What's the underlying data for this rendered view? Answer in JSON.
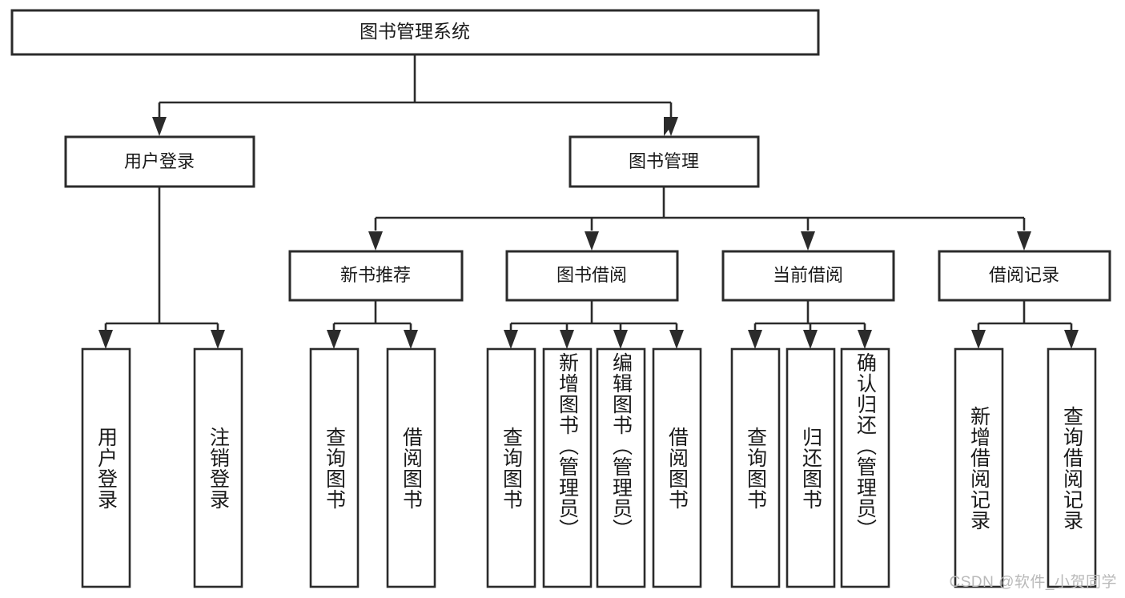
{
  "diagram": {
    "type": "tree",
    "title": "图书管理系统",
    "root": {
      "id": "root",
      "label": "图书管理系统",
      "orientation": "horizontal"
    },
    "level2": [
      {
        "id": "user-login",
        "label": "用户登录",
        "orientation": "horizontal"
      },
      {
        "id": "book-management",
        "label": "图书管理",
        "orientation": "horizontal"
      }
    ],
    "level3": [
      {
        "id": "new-book-recommend",
        "label": "新书推荐",
        "parent": "book-management",
        "orientation": "horizontal"
      },
      {
        "id": "book-borrow",
        "label": "图书借阅",
        "parent": "book-management",
        "orientation": "horizontal"
      },
      {
        "id": "current-borrow",
        "label": "当前借阅",
        "parent": "book-management",
        "orientation": "horizontal"
      },
      {
        "id": "borrow-record",
        "label": "借阅记录",
        "parent": "book-management",
        "orientation": "horizontal"
      }
    ],
    "leaves": [
      {
        "id": "leaf-user-login",
        "label": "用户登录",
        "parent": "user-login",
        "orientation": "vertical"
      },
      {
        "id": "leaf-user-logout",
        "label": "注销登录",
        "parent": "user-login",
        "orientation": "vertical"
      },
      {
        "id": "leaf-query-book-1",
        "label": "查询图书",
        "parent": "new-book-recommend",
        "orientation": "vertical"
      },
      {
        "id": "leaf-borrow-book-1",
        "label": "借阅图书",
        "parent": "new-book-recommend",
        "orientation": "vertical"
      },
      {
        "id": "leaf-query-book-2",
        "label": "查询图书",
        "parent": "book-borrow",
        "orientation": "vertical"
      },
      {
        "id": "leaf-add-book",
        "label": "新增图书（管理员）",
        "parent": "book-borrow",
        "orientation": "vertical"
      },
      {
        "id": "leaf-edit-book",
        "label": "编辑图书（管理员）",
        "parent": "book-borrow",
        "orientation": "vertical"
      },
      {
        "id": "leaf-borrow-book-2",
        "label": "借阅图书",
        "parent": "book-borrow",
        "orientation": "vertical"
      },
      {
        "id": "leaf-query-book-3",
        "label": "查询图书",
        "parent": "current-borrow",
        "orientation": "vertical"
      },
      {
        "id": "leaf-return-book",
        "label": "归还图书",
        "parent": "current-borrow",
        "orientation": "vertical"
      },
      {
        "id": "leaf-confirm-return",
        "label": "确认归还（管理员）",
        "parent": "current-borrow",
        "orientation": "vertical"
      },
      {
        "id": "leaf-add-record",
        "label": "新增借阅记录",
        "parent": "borrow-record",
        "orientation": "vertical"
      },
      {
        "id": "leaf-query-record",
        "label": "查询借阅记录",
        "parent": "borrow-record",
        "orientation": "vertical"
      }
    ],
    "colors": {
      "stroke": "#2b2b2b",
      "fill": "#ffffff",
      "text": "#1a1a1a",
      "watermark": "#b9b9b9"
    }
  },
  "watermark": {
    "text": "CSDN @软件_小贺同学"
  }
}
